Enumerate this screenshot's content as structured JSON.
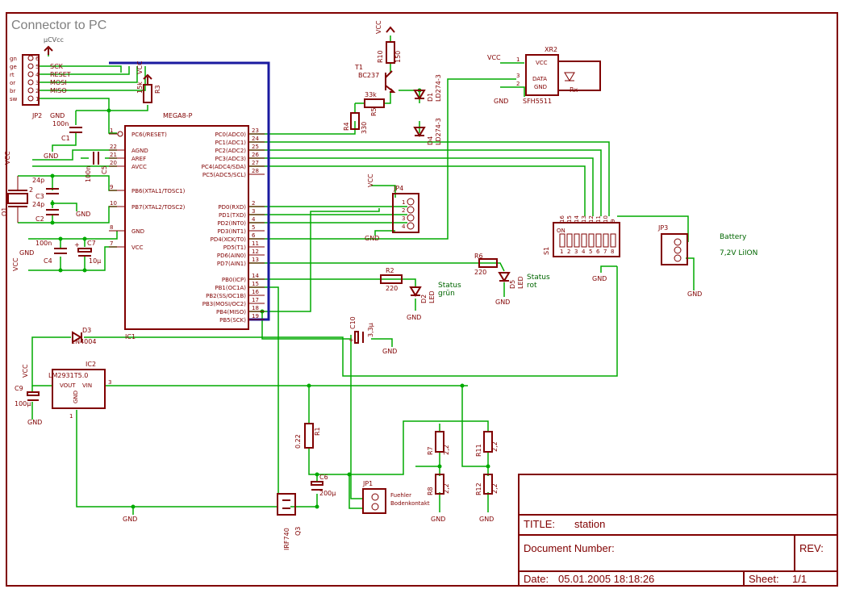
{
  "sheet": {
    "heading": "Connector to PC",
    "title_label": "TITLE:",
    "title_value": "station",
    "docnum_label": "Document Number:",
    "rev_label": "REV:",
    "date_label": "Date:",
    "date_value": "05.01.2005 18:18:26",
    "sheet_label": "Sheet:",
    "sheet_value": "1/1"
  },
  "jp2": {
    "name": "JP2",
    "supply": "µCVcc",
    "gnd": "GND",
    "wire_colors": [
      "gn",
      "ge",
      "rt",
      "or",
      "br",
      "sw"
    ],
    "pin_numbers": [
      "6",
      "5",
      "4",
      "3",
      "2",
      "1"
    ],
    "signals": [
      "SCK",
      "RESET",
      "MOSI",
      "MISO"
    ]
  },
  "ic1": {
    "name": "MEGA8-P",
    "ref": "IC1",
    "left_pins": [
      {
        "num": "1",
        "name": "PC6(/RESET)"
      },
      {
        "num": "22",
        "name": "AGND"
      },
      {
        "num": "21",
        "name": "AREF"
      },
      {
        "num": "20",
        "name": "AVCC"
      },
      {
        "num": "9",
        "name": "PB6(XTAL1/TOSC1)"
      },
      {
        "num": "10",
        "name": "PB7(XTAL2/TOSC2)"
      },
      {
        "num": "8",
        "name": "GND"
      },
      {
        "num": "7",
        "name": "VCC"
      }
    ],
    "right_pins": [
      {
        "num": "23",
        "name": "PC0(ADC0)"
      },
      {
        "num": "24",
        "name": "PC1(ADC1)"
      },
      {
        "num": "25",
        "name": "PC2(ADC2)"
      },
      {
        "num": "26",
        "name": "PC3(ADC3)"
      },
      {
        "num": "27",
        "name": "PC4(ADC4/SDA)"
      },
      {
        "num": "28",
        "name": "PC5(ADC5/SCL)"
      },
      {
        "num": "2",
        "name": "PD0(RXD)"
      },
      {
        "num": "3",
        "name": "PD1(TXD)"
      },
      {
        "num": "4",
        "name": "PD2(INT0)"
      },
      {
        "num": "5",
        "name": "PD3(INT1)"
      },
      {
        "num": "6",
        "name": "PD4(XCK/T0)"
      },
      {
        "num": "11",
        "name": "PD5(T1)"
      },
      {
        "num": "12",
        "name": "PD6(AIN0)"
      },
      {
        "num": "13",
        "name": "PD7(AIN1)"
      },
      {
        "num": "14",
        "name": "PB0(ICP)"
      },
      {
        "num": "15",
        "name": "PB1(OC1A)"
      },
      {
        "num": "16",
        "name": "PB2(SS/OC1B)"
      },
      {
        "num": "17",
        "name": "PB3(MOSI/OC2)"
      },
      {
        "num": "18",
        "name": "PB4(MISO)"
      },
      {
        "num": "19",
        "name": "PB5(SCK)"
      }
    ]
  },
  "parts": {
    "r3": {
      "ref": "R3",
      "value": "15k",
      "supply": "VCC"
    },
    "c1": {
      "ref": "C1",
      "value": "100n"
    },
    "c5": {
      "ref": "C5",
      "value": "100n"
    },
    "c3": {
      "ref": "C3",
      "value": "24p"
    },
    "c2": {
      "ref": "C2",
      "value": "24p"
    },
    "c3_top": "24p",
    "q1": {
      "ref": "Q1",
      "pin": "2"
    },
    "c4": {
      "ref": "C4",
      "value": "100n"
    },
    "c7": {
      "ref": "C7",
      "value": "10µ"
    },
    "t1": {
      "ref": "T1",
      "type": "BC237"
    },
    "r10": {
      "ref": "R10",
      "value": "150"
    },
    "r5": {
      "ref": "R5",
      "value": "33k"
    },
    "r4": {
      "ref": "R4",
      "value": "330"
    },
    "d1": {
      "ref": "D1",
      "type": "LD274-3"
    },
    "d4": {
      "ref": "D4",
      "type": "LD274-3"
    },
    "xr2": {
      "ref": "XR2",
      "type": "SFH5511",
      "pins": [
        "VCC",
        "DATA",
        "GND"
      ],
      "pin_nums": [
        "1",
        "3",
        "2"
      ],
      "rx": "Rx"
    },
    "jp4": {
      "ref": "JP4",
      "pins": [
        "1",
        "2",
        "3",
        "4"
      ]
    },
    "s1": {
      "ref": "S1",
      "on": "ON",
      "top_nums": [
        "16",
        "15",
        "14",
        "13",
        "12",
        "11",
        "10",
        "9"
      ],
      "bot_nums": [
        "1",
        "2",
        "3",
        "4",
        "5",
        "6",
        "7",
        "8"
      ]
    },
    "jp3": {
      "ref": "JP3",
      "note1": "Battery",
      "note2": "7,2V LiION"
    },
    "r2": {
      "ref": "R2",
      "value": "220"
    },
    "d2": {
      "ref": "D2",
      "type": "LED",
      "note1": "Status",
      "note2": "grün"
    },
    "r6": {
      "ref": "R6",
      "value": "220"
    },
    "d5": {
      "ref": "D5",
      "type": "LED",
      "note1": "Status",
      "note2": "rot"
    },
    "c10": {
      "ref": "C10",
      "value": "3,3µ"
    },
    "d3": {
      "ref": "D3",
      "type": "1N4004"
    },
    "ic2": {
      "ref": "IC2",
      "type": "LM2931T5.0",
      "vout": "VOUT",
      "vin": "VIN",
      "gnd": "GND",
      "pin_in": "3",
      "pin_gnd": "1"
    },
    "c9": {
      "ref": "C9",
      "value": "100µ"
    },
    "r1": {
      "ref": "R1",
      "value": "0.22"
    },
    "c6": {
      "ref": "C6",
      "value": "200µ"
    },
    "q3": {
      "ref": "Q3",
      "type": "IRF740"
    },
    "jp1": {
      "ref": "JP1",
      "note1": "Fuehler",
      "note2": "Bodenkontakt"
    },
    "r7": {
      "ref": "R7",
      "value": "2,2"
    },
    "r8": {
      "ref": "R8",
      "value": "2,2"
    },
    "r11": {
      "ref": "R11",
      "value": "2,2"
    },
    "r12": {
      "ref": "R12",
      "value": "2,2"
    }
  },
  "symbols": {
    "vcc": "VCC",
    "gnd": "GND"
  },
  "colors": {
    "part": "#800000",
    "wire": "#00aa00",
    "bus": "#1a1aa0",
    "heading": "#808080",
    "note": "#006600"
  }
}
